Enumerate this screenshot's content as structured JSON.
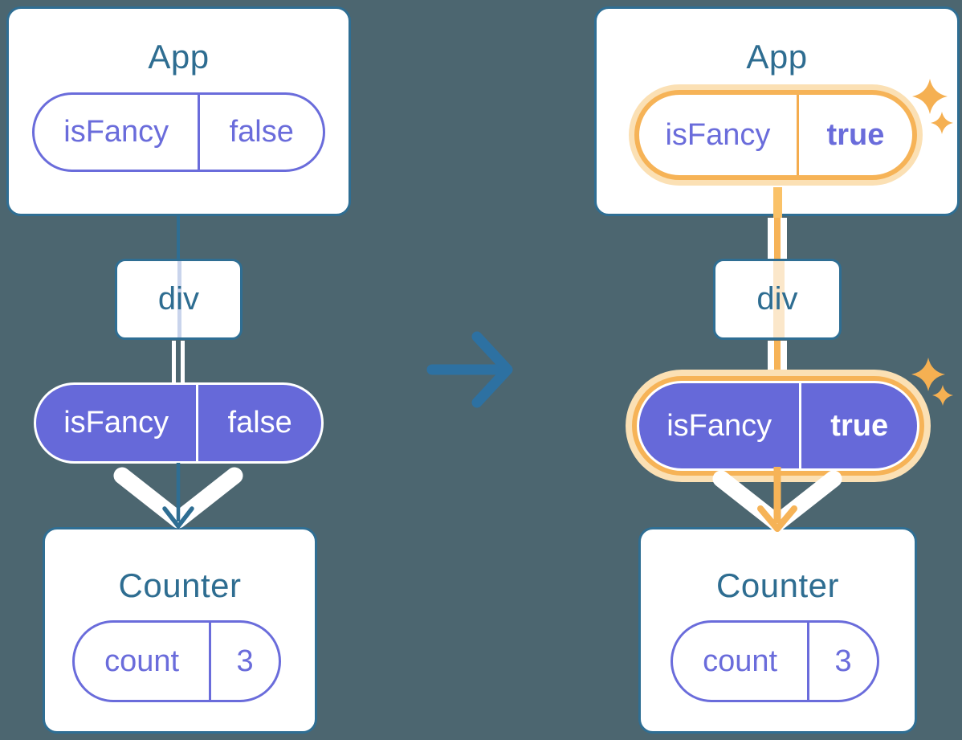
{
  "background_color": "#4C6670",
  "colors": {
    "card_border": "#2F6E93",
    "title_text": "#2E6D91",
    "purple_outline": "#6A6CDB",
    "purple_fill": "#6669D9",
    "highlight_orange": "#F6B357",
    "highlight_halo": "#FBE0B4",
    "arrow_blue": "#2D71A2",
    "white": "#FFFFFF"
  },
  "before": {
    "app": {
      "title": "App",
      "prop_name": "isFancy",
      "prop_value": "false"
    },
    "div_label": "div",
    "passed_prop_name": "isFancy",
    "passed_prop_value": "false",
    "counter": {
      "title": "Counter",
      "state_name": "count",
      "state_value": "3"
    }
  },
  "after": {
    "app": {
      "title": "App",
      "prop_name": "isFancy",
      "prop_value": "true"
    },
    "div_label": "div",
    "passed_prop_name": "isFancy",
    "passed_prop_value": "true",
    "counter": {
      "title": "Counter",
      "state_name": "count",
      "state_value": "3"
    }
  }
}
